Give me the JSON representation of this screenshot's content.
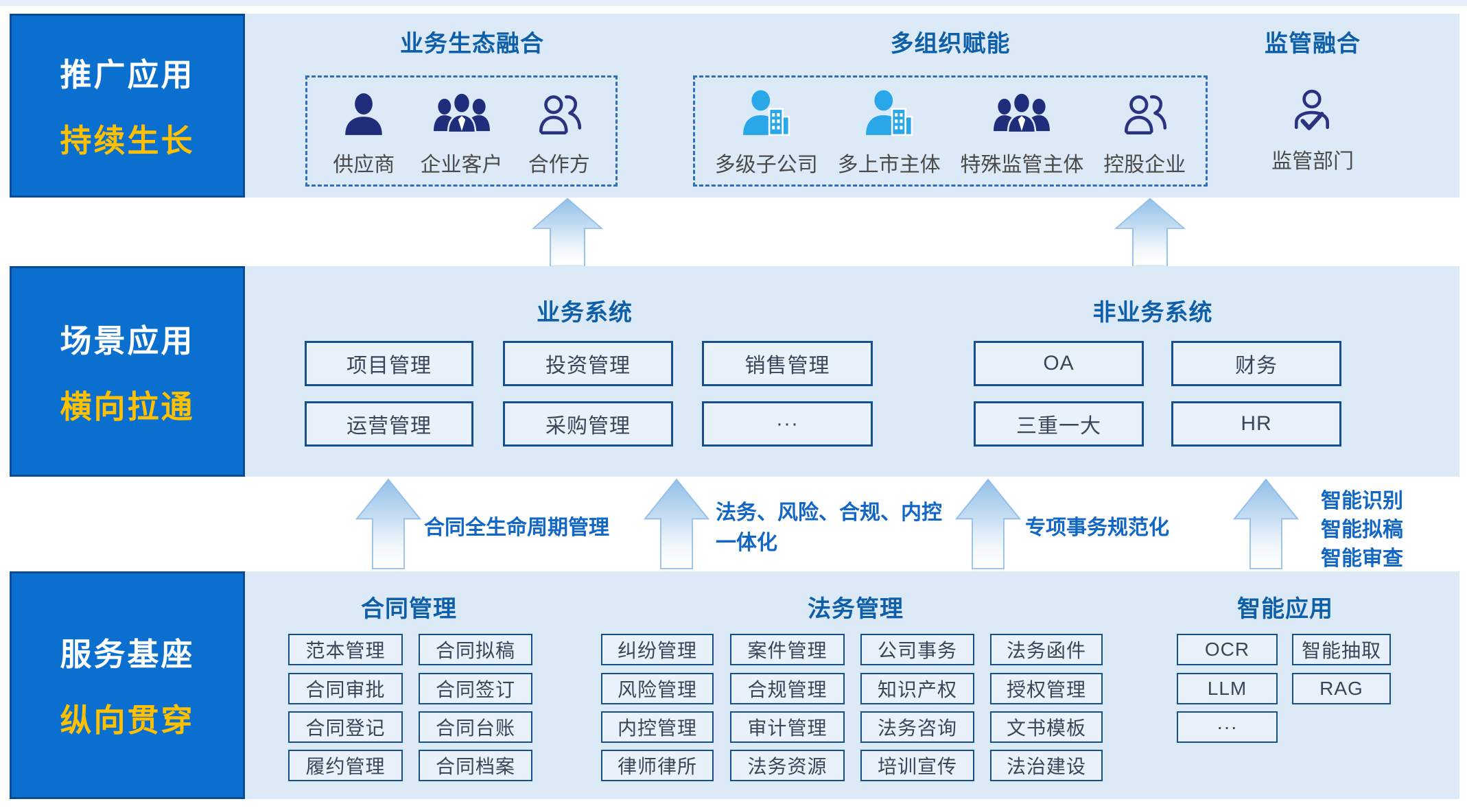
{
  "layer1": {
    "sidebar": {
      "line1": "推广应用",
      "line2": "持续生长"
    },
    "eco": {
      "title": "业务生态融合",
      "items": [
        {
          "label": "供应商"
        },
        {
          "label": "企业客户"
        },
        {
          "label": "合作方"
        }
      ]
    },
    "org": {
      "title": "多组织赋能",
      "items": [
        {
          "label": "多级子公司"
        },
        {
          "label": "多上市主体"
        },
        {
          "label": "特殊监管主体"
        },
        {
          "label": "控股企业"
        }
      ]
    },
    "reg": {
      "title": "监管融合",
      "item": {
        "label": "监管部门"
      }
    }
  },
  "layer2": {
    "sidebar": {
      "line1": "场景应用",
      "line2": "横向拉通"
    },
    "business": {
      "title": "业务系统",
      "boxes": [
        "项目管理",
        "投资管理",
        "销售管理",
        "运营管理",
        "采购管理",
        "···"
      ]
    },
    "nonbusiness": {
      "title": "非业务系统",
      "boxes": [
        "OA",
        "财务",
        "三重一大",
        "HR"
      ]
    }
  },
  "layer3": {
    "sidebar": {
      "line1": "服务基座",
      "line2": "纵向贯穿"
    },
    "contract": {
      "title": "合同管理",
      "boxes": [
        "范本管理",
        "合同拟稿",
        "合同审批",
        "合同签订",
        "合同登记",
        "合同台账",
        "履约管理",
        "合同档案"
      ]
    },
    "legal": {
      "title": "法务管理",
      "boxes": [
        "纠纷管理",
        "案件管理",
        "公司事务",
        "法务函件",
        "风险管理",
        "合规管理",
        "知识产权",
        "授权管理",
        "内控管理",
        "审计管理",
        "法务咨询",
        "文书模板",
        "律师律所",
        "法务资源",
        "培训宣传",
        "法治建设"
      ]
    },
    "ai": {
      "title": "智能应用",
      "boxes": [
        "OCR",
        "智能抽取",
        "LLM",
        "RAG",
        "···"
      ]
    }
  },
  "arrows": {
    "lifecycle": "合同全生命周期管理",
    "integration": [
      "法务、风险、合规、内控",
      "一体化"
    ],
    "special": "专项事务规范化",
    "ai": [
      "智能识别",
      "智能拟稿",
      "智能审查"
    ]
  },
  "colors": {
    "sidebar_blue": "#0B6FD0",
    "sidebar_gold": "#FFC000",
    "panel_blue": "#DCE9F6",
    "title_blue": "#0E5FA8",
    "box_border": "#15508D",
    "arrow_fill": "#9AC4EA",
    "icon_navy": "#202D7B",
    "icon_cyan": "#29A7E8"
  }
}
